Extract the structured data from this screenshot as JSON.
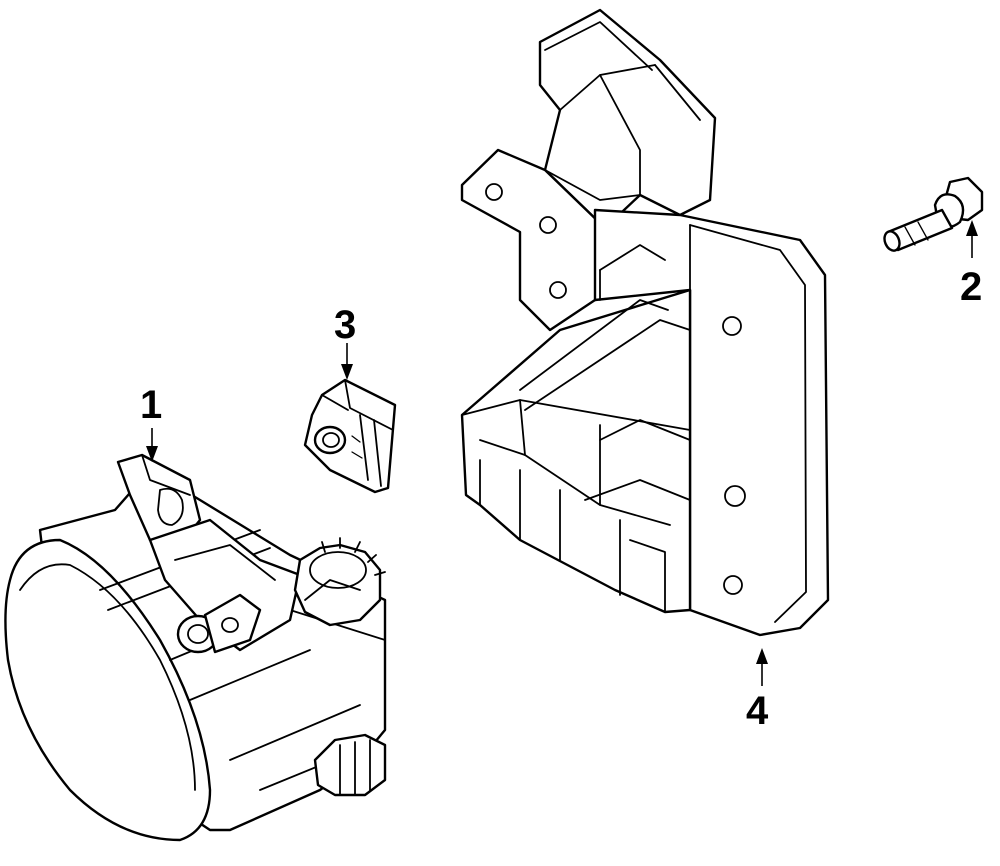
{
  "callouts": [
    {
      "number": "1",
      "part": "fog-lamp-assembly"
    },
    {
      "number": "2",
      "part": "bolt"
    },
    {
      "number": "3",
      "part": "bulb-socket"
    },
    {
      "number": "4",
      "part": "mounting-bracket"
    }
  ]
}
